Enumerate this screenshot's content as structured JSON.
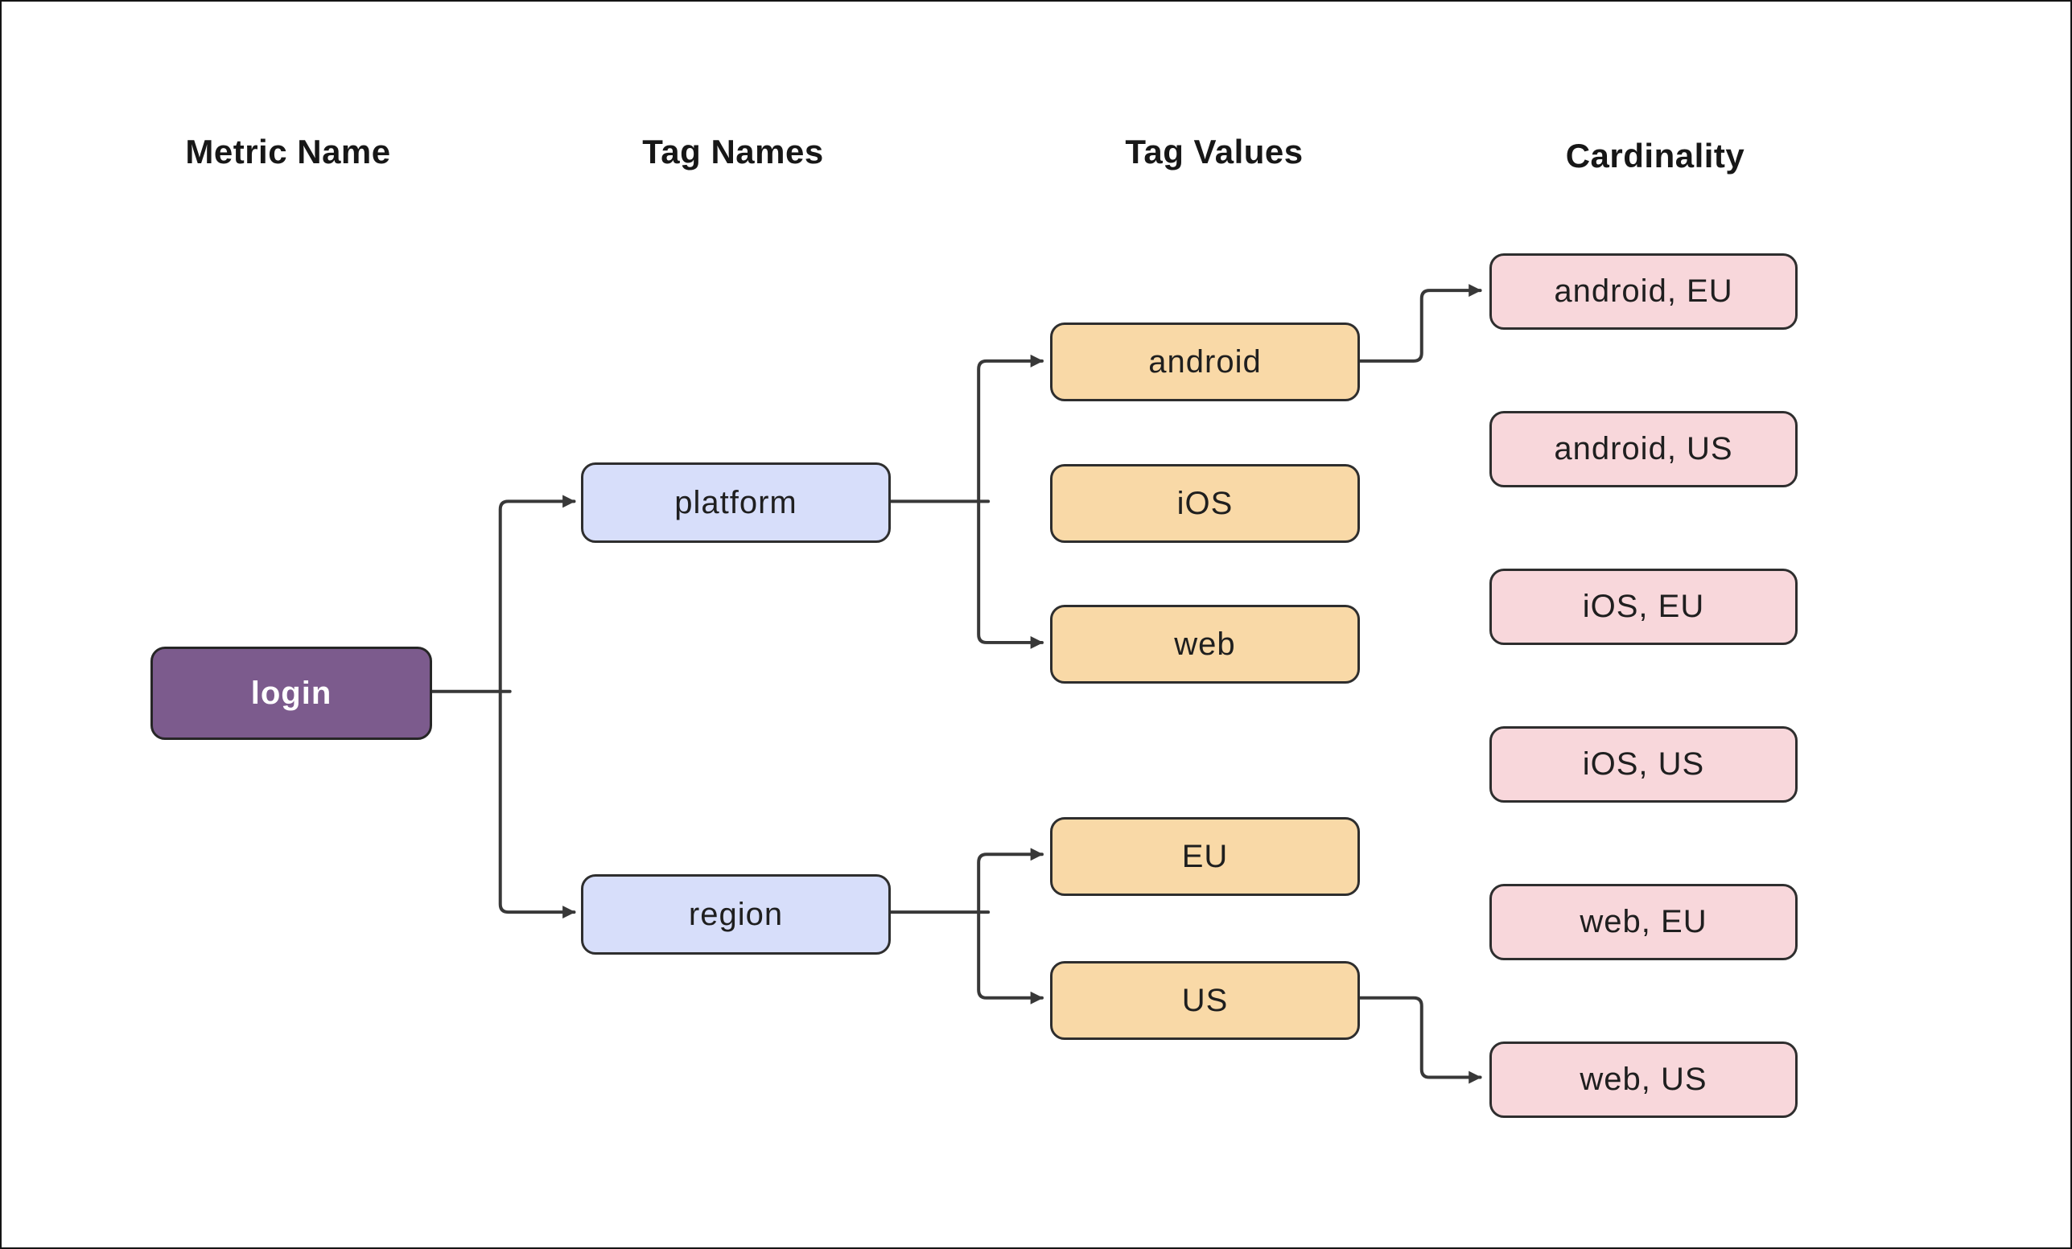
{
  "diagram": {
    "columns": {
      "metric_name": "Metric Name",
      "tag_names": "Tag Names",
      "tag_values": "Tag Values",
      "cardinality": "Cardinality"
    },
    "nodes": {
      "login": {
        "label": "login",
        "type": "metric"
      },
      "platform": {
        "label": "platform",
        "type": "tag-name"
      },
      "region": {
        "label": "region",
        "type": "tag-name"
      },
      "android": {
        "label": "android",
        "type": "tag-value"
      },
      "ios": {
        "label": "iOS",
        "type": "tag-value"
      },
      "web": {
        "label": "web",
        "type": "tag-value"
      },
      "eu": {
        "label": "EU",
        "type": "tag-value"
      },
      "us": {
        "label": "US",
        "type": "tag-value"
      },
      "android_eu": {
        "label": "android, EU",
        "type": "cardinality"
      },
      "android_us": {
        "label": "android, US",
        "type": "cardinality"
      },
      "ios_eu": {
        "label": "iOS, EU",
        "type": "cardinality"
      },
      "ios_us": {
        "label": "iOS, US",
        "type": "cardinality"
      },
      "web_eu": {
        "label": "web, EU",
        "type": "cardinality"
      },
      "web_us": {
        "label": "web, US",
        "type": "cardinality"
      }
    },
    "edges": [
      {
        "from": "login",
        "to": "platform"
      },
      {
        "from": "login",
        "to": "region"
      },
      {
        "from": "platform",
        "to": "android"
      },
      {
        "from": "platform",
        "to": "web"
      },
      {
        "from": "region",
        "to": "EU"
      },
      {
        "from": "region",
        "to": "US"
      },
      {
        "from": "android",
        "to": "android, EU"
      },
      {
        "from": "US",
        "to": "web, US"
      }
    ],
    "colors": {
      "metric_fill": "#7c5b8d",
      "tag_name_fill": "#d7defa",
      "tag_value_fill": "#f9d9a7",
      "cardinality_fill": "#f8d7db",
      "node_border": "#2e2e2e",
      "edge_stroke": "#383838",
      "text": "#1f1f1f",
      "metric_text": "#ffffff",
      "background": "#ffffff"
    }
  }
}
